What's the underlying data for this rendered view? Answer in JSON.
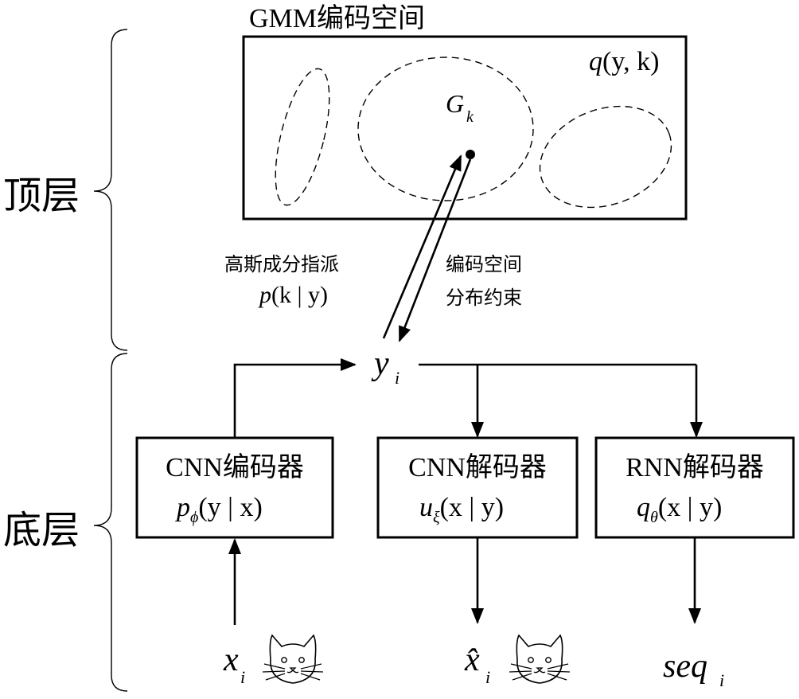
{
  "top_layer": {
    "section_label": "顶层",
    "gmm_title": "GMM编码空间",
    "joint_label": {
      "func": "q",
      "args": "(y, k)"
    },
    "component_label": {
      "base": "G",
      "sub": "k"
    }
  },
  "bottom_layer": {
    "section_label": "底层",
    "latent": {
      "base": "y",
      "sub": "i"
    }
  },
  "edges": {
    "assign": {
      "line1": "高斯成分指派",
      "line2": {
        "func": "p",
        "args": "(k | y)"
      }
    },
    "constraint": {
      "line1": "编码空间",
      "line2": "分布约束"
    }
  },
  "blocks": {
    "cnn_encoder": {
      "title": "CNN编码器",
      "func": "p",
      "sub": "ϕ",
      "args": "(y | x)"
    },
    "cnn_decoder": {
      "title": "CNN解码器",
      "func": "u",
      "sub": "ξ",
      "args": "(x | y)"
    },
    "rnn_decoder": {
      "title": "RNN解码器",
      "func": "q",
      "sub": "θ",
      "args": "(x | y)"
    }
  },
  "io": {
    "input": {
      "base": "x",
      "sub": "i",
      "icon": "cat-sketch-icon"
    },
    "reconstruction": {
      "base": "x̂",
      "sub": "i",
      "icon": "cat-sketch-icon"
    },
    "sequence": {
      "base": "seq",
      "sub": "i"
    }
  },
  "colors": {
    "stroke": "#000000",
    "background": "#ffffff"
  }
}
